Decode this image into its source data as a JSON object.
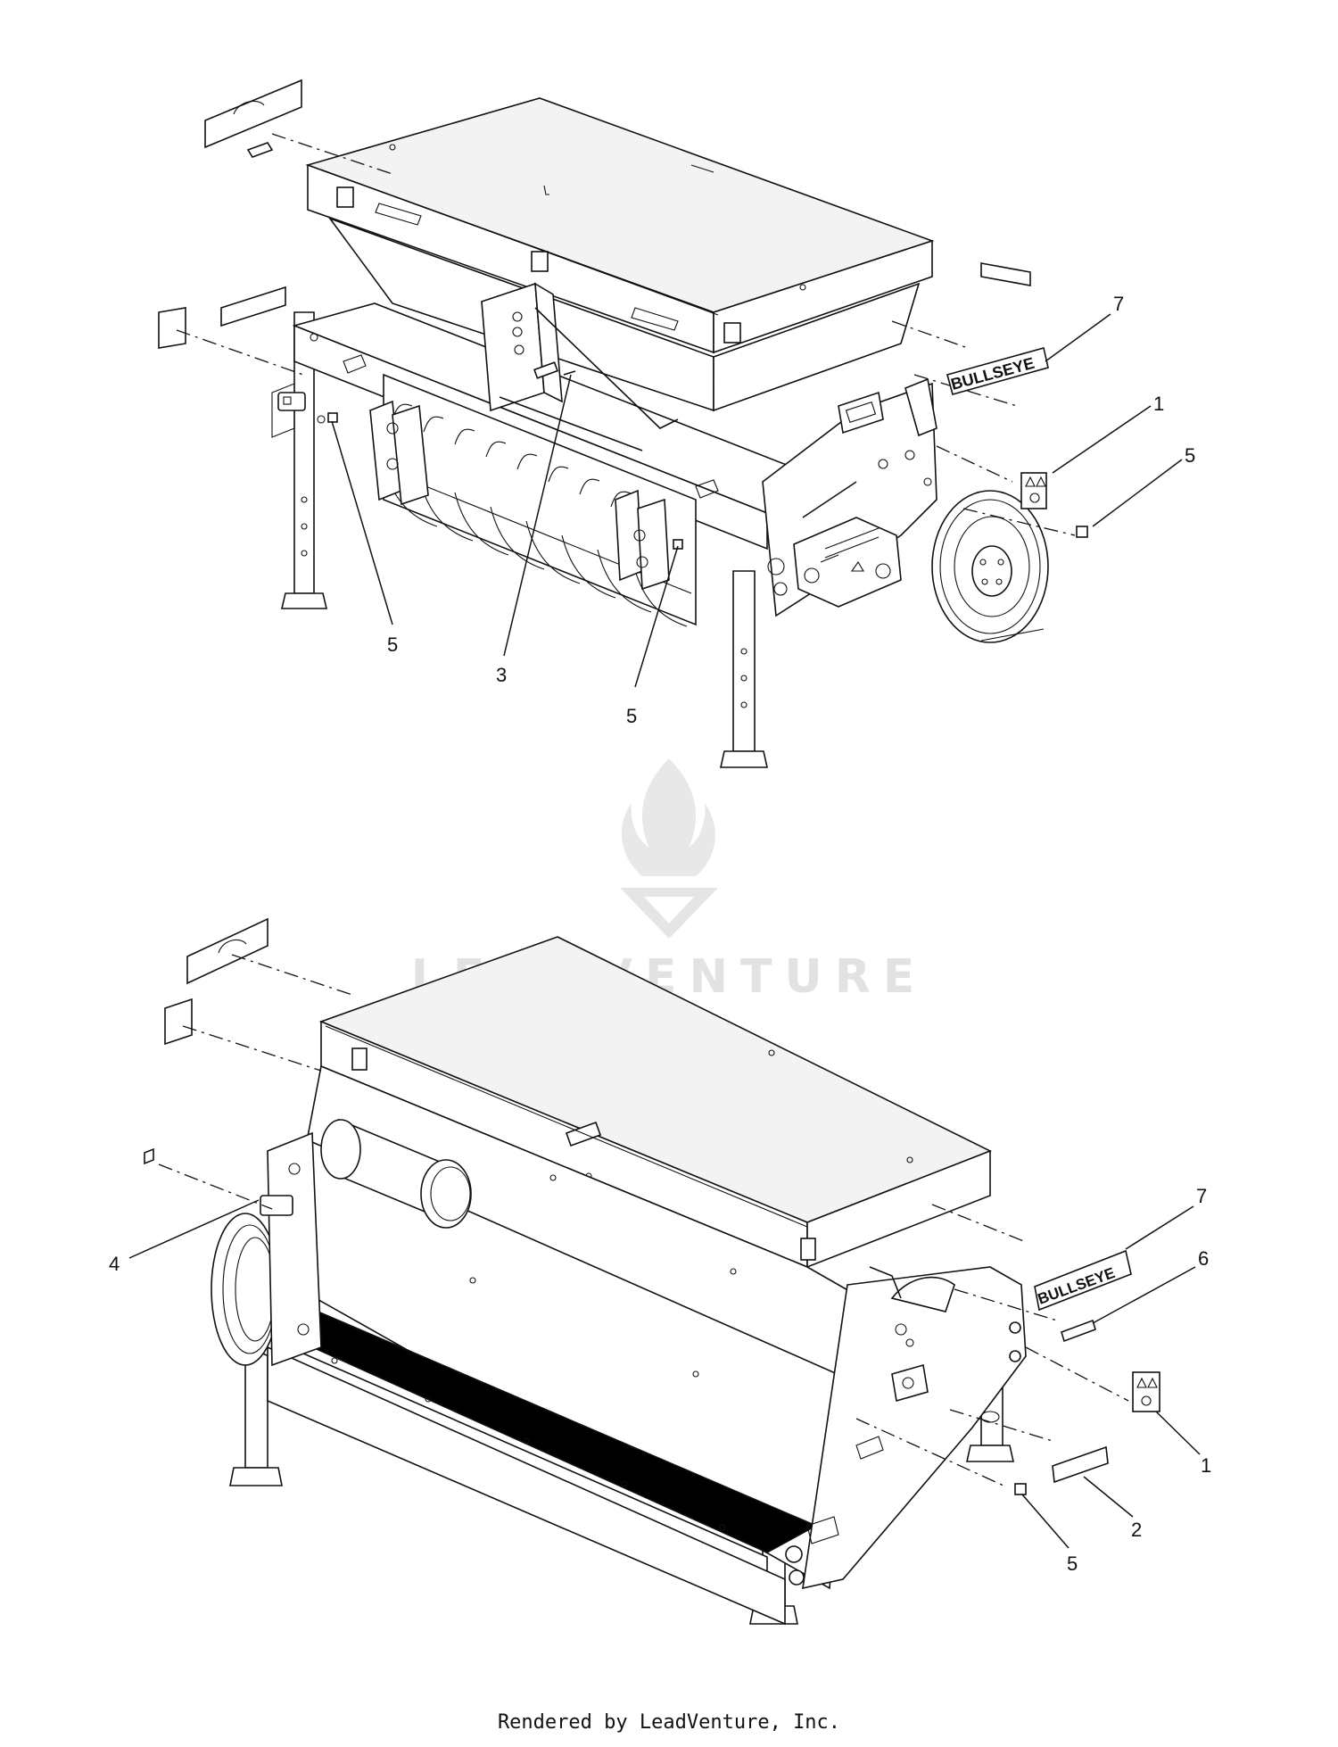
{
  "watermark": {
    "text": "LEADVENTURE"
  },
  "footer": {
    "credit": "Rendered by LeadVenture, Inc."
  },
  "decals": {
    "brand_top": "BULLSEYE",
    "brand_bottom": "BULLSEYE"
  },
  "views": [
    {
      "name": "rear-view",
      "callouts": [
        {
          "id": "7",
          "label": "7"
        },
        {
          "id": "1",
          "label": "1"
        },
        {
          "id": "5a",
          "label": "5"
        },
        {
          "id": "5b",
          "label": "5"
        },
        {
          "id": "3",
          "label": "3"
        },
        {
          "id": "5c",
          "label": "5"
        }
      ]
    },
    {
      "name": "front-view",
      "callouts": [
        {
          "id": "7",
          "label": "7"
        },
        {
          "id": "6",
          "label": "6"
        },
        {
          "id": "4",
          "label": "4"
        },
        {
          "id": "1",
          "label": "1"
        },
        {
          "id": "2",
          "label": "2"
        },
        {
          "id": "5",
          "label": "5"
        }
      ]
    }
  ]
}
